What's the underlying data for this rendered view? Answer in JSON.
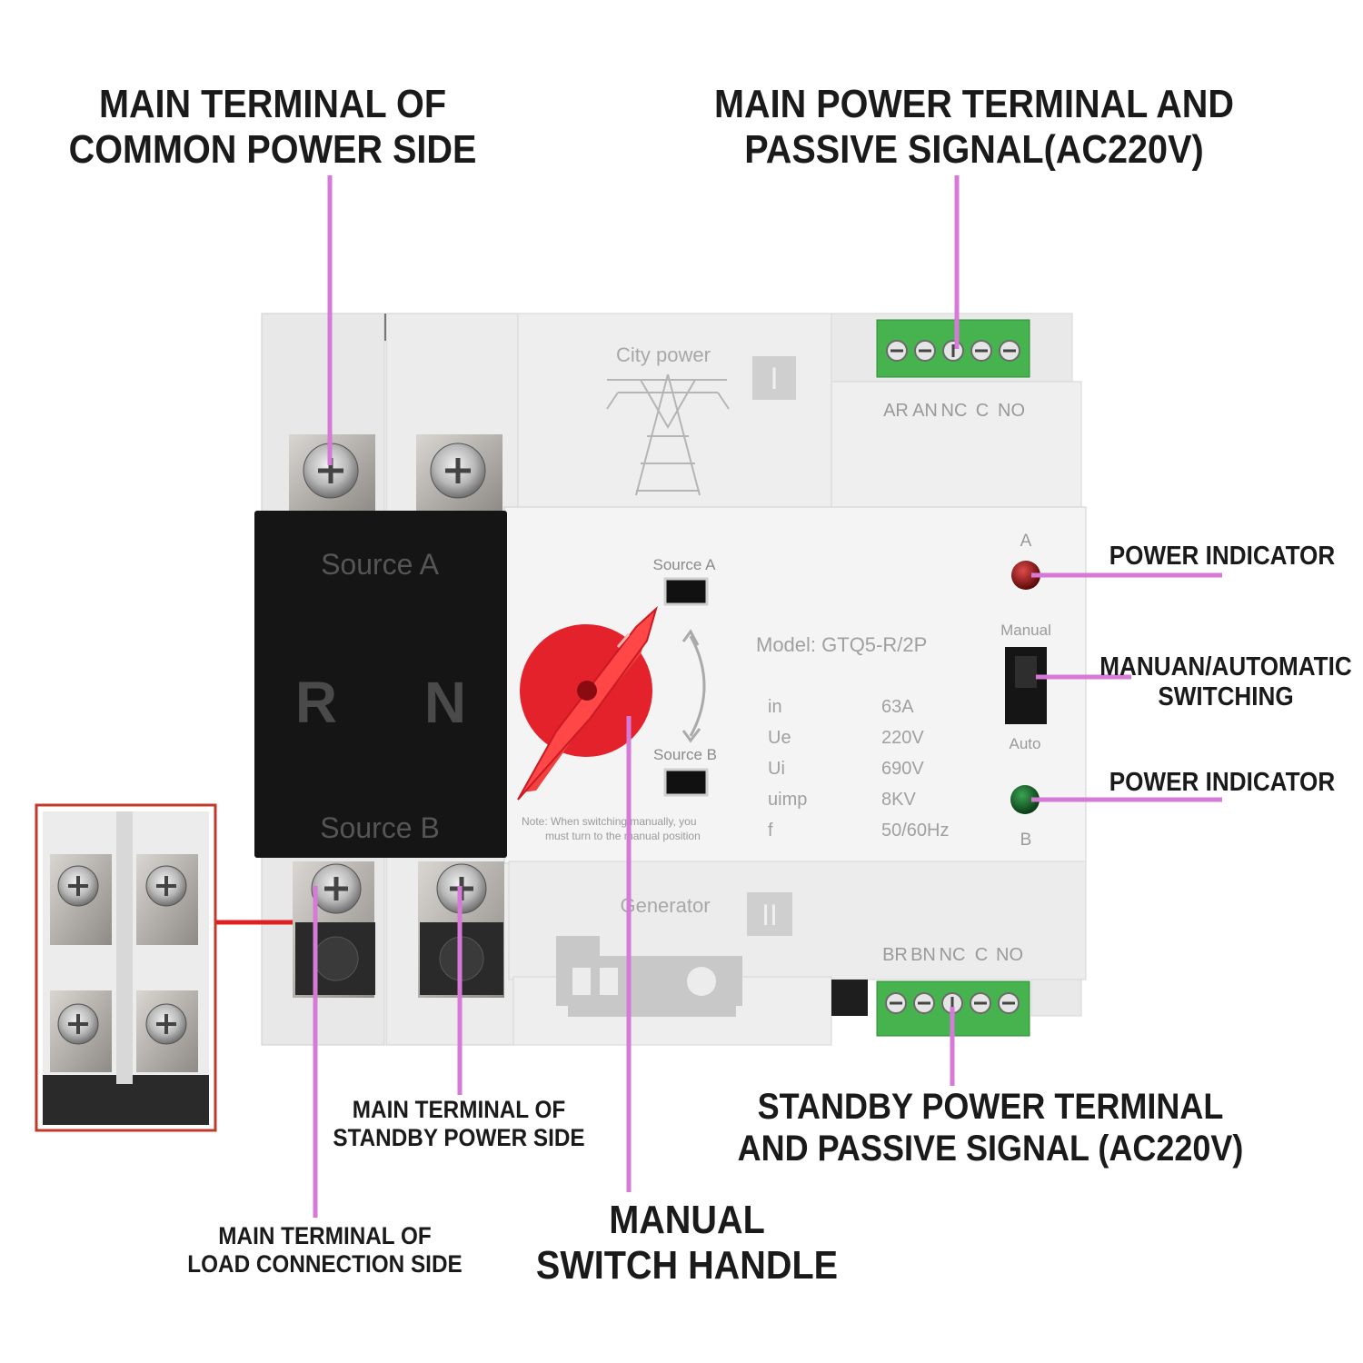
{
  "callouts": {
    "common_power": [
      "MAIN TERMINAL OF",
      "COMMON POWER SIDE"
    ],
    "main_power": [
      "MAIN POWER TERMINAL AND",
      "PASSIVE SIGNAL(AC220V)"
    ],
    "power_indicator_a": "POWER INDICATOR",
    "manual_auto": [
      "MANUAN/AUTOMATIC",
      "SWITCHING"
    ],
    "power_indicator_b": "POWER INDICATOR",
    "standby_power": [
      "STANDBY POWER TERMINAL",
      "AND PASSIVE SIGNAL (AC220V)"
    ],
    "standby_side": [
      "MAIN TERMINAL OF",
      "STANDBY POWER SIDE"
    ],
    "manual_handle": [
      "MANUAL",
      "SWITCH HANDLE"
    ],
    "load_side": [
      "MAIN TERMINAL OF",
      "LOAD CONNECTION SIDE"
    ]
  },
  "device": {
    "city_power": "City power",
    "city_roman": "I",
    "top_terminals": [
      "AR",
      "AN",
      "NC",
      "C",
      "NO"
    ],
    "generator": "Generator",
    "gen_roman": "II",
    "bottom_terminals": [
      "BR",
      "BN",
      "NC",
      "C",
      "NO"
    ],
    "source_a": "Source A",
    "source_b": "Source B",
    "r": "R",
    "n": "N",
    "window_a": "Source A",
    "window_b": "Source B",
    "note_1": "Note: When switching manually, you",
    "note_2": "must turn to the manual position",
    "model": "Model:  GTQ5-R/2P",
    "specs": [
      {
        "k": "in",
        "v": "63A"
      },
      {
        "k": "Ue",
        "v": "220V"
      },
      {
        "k": "Ui",
        "v": "690V"
      },
      {
        "k": "uimp",
        "v": "8KV"
      },
      {
        "k": "f",
        "v": "50/60Hz"
      }
    ],
    "led_a": "A",
    "led_b": "B",
    "manual": "Manual",
    "auto": "Auto"
  },
  "colors": {
    "leader": "#d77ad7",
    "handle": "#ee2222",
    "led_a": "#9b0f0f",
    "led_b": "#0f5a1f",
    "terminal_green": "#3fb44a",
    "inset_border": "#c0392b"
  }
}
